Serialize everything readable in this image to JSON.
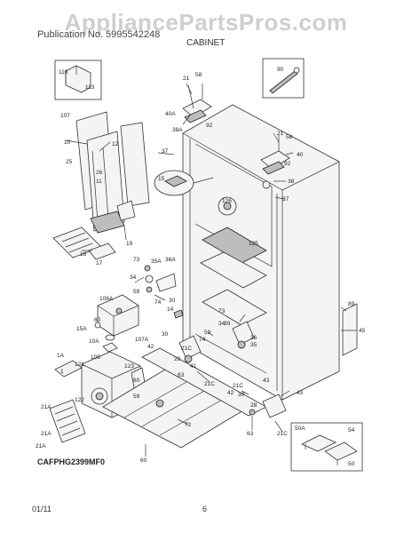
{
  "watermark": "AppliancePartsPros.com",
  "header": {
    "title": "Publication No. 5995542248",
    "section": "CABINET"
  },
  "footer": {
    "date": "01/11",
    "page": "6",
    "diagram_code": "CAFPHG2399MF0"
  },
  "callouts": {
    "c116": "116",
    "c113": "113",
    "c90": "90",
    "c21": "21",
    "c58": "58",
    "c40A": "40A",
    "c92": "92",
    "c38A": "38A",
    "c37": "37",
    "c15": "15",
    "c126": "126",
    "c125": "125",
    "c40": "40",
    "c38": "38",
    "c107": "107",
    "c10": "10",
    "c12": "12",
    "c25": "25",
    "c26": "26",
    "c11": "11",
    "c19": "19",
    "c16": "16",
    "c17": "17",
    "c73": "73",
    "c35A": "35A",
    "c36A": "36A",
    "c34": "34",
    "c59": "59",
    "c74": "74",
    "c14": "14",
    "c108A": "108A",
    "c60": "60",
    "c15A": "15A",
    "c10A": "10A",
    "c108": "108",
    "c107A": "107A",
    "c42": "42",
    "c30": "30",
    "c1A": "1A",
    "c121": "121",
    "c1": "1",
    "c123": "123",
    "c122": "122",
    "c21A": "21A",
    "c28": "28",
    "c41": "41",
    "c63": "63",
    "c21C": "21C",
    "c43": "43",
    "c72": "72",
    "c89": "89",
    "c45": "45",
    "c50A": "50A",
    "c54": "54",
    "c50": "50",
    "c36": "36",
    "c35": "35",
    "c39": "39"
  }
}
